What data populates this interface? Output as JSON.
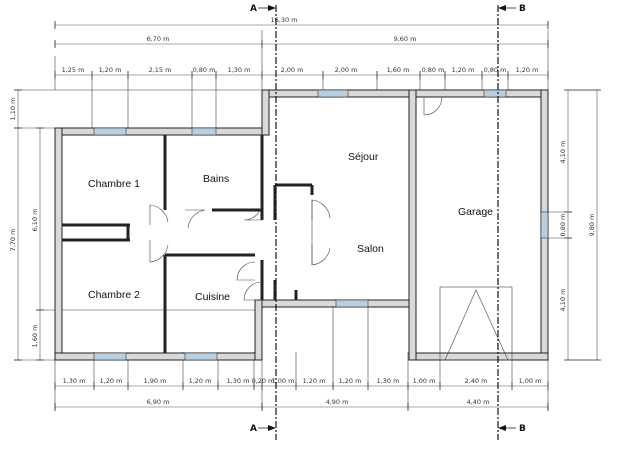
{
  "rooms": {
    "chambre1": "Chambre 1",
    "bains": "Bains",
    "sejour": "Séjour",
    "salon": "Salon",
    "garage": "Garage",
    "chambre2": "Chambre 2",
    "cuisine": "Cuisine"
  },
  "cuts": {
    "a_top": "A",
    "b_top": "B",
    "a_bottom": "A",
    "b_bottom": "B"
  },
  "dims_top": {
    "total": "16,30 m",
    "left": "6,70 m",
    "right": "9,60 m",
    "seg": [
      "1,25 m",
      "1,20 m",
      "2,15 m",
      "0,80 m",
      "1,30 m",
      "2,00 m",
      "2,00 m",
      "1,60 m",
      "0,80 m",
      "1,20 m",
      "0,80 m",
      "1,20 m"
    ]
  },
  "dims_bottom": {
    "seg": [
      "1,30 m",
      "1,20 m",
      "1,90 m",
      "1,20 m",
      "1,30 m",
      "0,20 m",
      "1,00 m",
      "1,20 m",
      "1,20 m",
      "1,30 m",
      "1,00 m",
      "2,40 m",
      "1,00 m"
    ],
    "left": "6,90 m",
    "mid": "4,90 m",
    "right": "4,40 m"
  },
  "dims_left": {
    "top": "1,10 m",
    "total": "7,70 m",
    "mid": "6,10 m",
    "bottom": "1,60 m"
  },
  "dims_right": {
    "top": "4,10 m",
    "mid": "0,80 m",
    "bottom": "4,10 m",
    "total": "9,80 m"
  }
}
